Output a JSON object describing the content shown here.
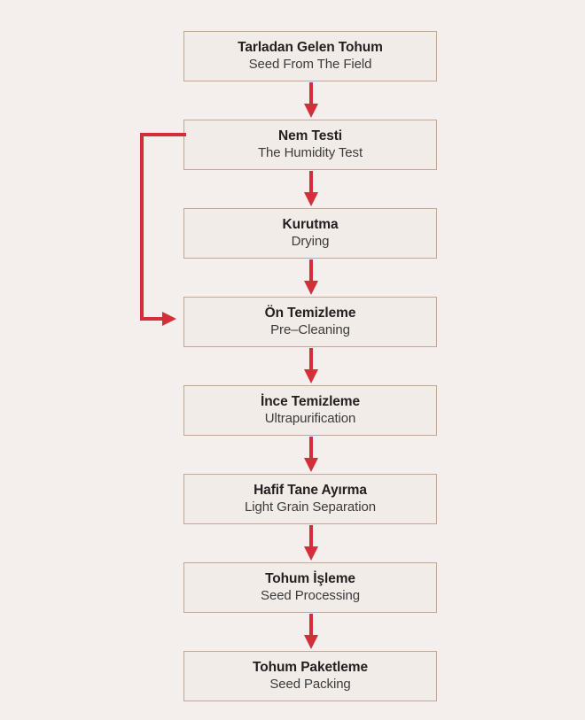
{
  "diagram": {
    "type": "flowchart",
    "orientation": "vertical",
    "background_color": "#f4efec",
    "node_fill_color": "#f2ece9",
    "node_border_color": "#c9a58c",
    "arrow_color": "#d42e38",
    "title_color": "#231f20",
    "subtitle_color": "#3b3b3b",
    "nodes": [
      {
        "id": "seed-from-the-field",
        "title_tr": "Tarladan Gelen Tohum",
        "title_en": "Seed From The Field"
      },
      {
        "id": "the-humidity-test",
        "title_tr": "Nem Testi",
        "title_en": "The Humidity Test"
      },
      {
        "id": "drying",
        "title_tr": "Kurutma",
        "title_en": "Drying"
      },
      {
        "id": "pre-cleaning",
        "title_tr": "Ön Temizleme",
        "title_en": "Pre–Cleaning"
      },
      {
        "id": "ultrapurification",
        "title_tr": "İnce Temizleme",
        "title_en": "Ultrapurification"
      },
      {
        "id": "light-grain-separation",
        "title_tr": "Hafif Tane Ayırma",
        "title_en": "Light Grain Separation"
      },
      {
        "id": "seed-processing",
        "title_tr": "Tohum İşleme",
        "title_en": "Seed Processing"
      },
      {
        "id": "seed-packing",
        "title_tr": "Tohum Paketleme",
        "title_en": "Seed Packing"
      }
    ],
    "connectors": [
      {
        "id": "arrow-1",
        "from": "seed-from-the-field",
        "to": "the-humidity-test",
        "direction": "down"
      },
      {
        "id": "arrow-2",
        "from": "the-humidity-test",
        "to": "drying",
        "direction": "down"
      },
      {
        "id": "arrow-3",
        "from": "drying",
        "to": "pre-cleaning",
        "direction": "down"
      },
      {
        "id": "arrow-4",
        "from": "pre-cleaning",
        "to": "ultrapurification",
        "direction": "down"
      },
      {
        "id": "arrow-5",
        "from": "ultrapurification",
        "to": "light-grain-separation",
        "direction": "down"
      },
      {
        "id": "arrow-6",
        "from": "light-grain-separation",
        "to": "seed-processing",
        "direction": "down"
      },
      {
        "id": "arrow-7",
        "from": "seed-processing",
        "to": "seed-packing",
        "direction": "down"
      },
      {
        "id": "feedback-loop",
        "from": "the-humidity-test",
        "to": "pre-cleaning",
        "direction": "left-bypass"
      }
    ]
  }
}
